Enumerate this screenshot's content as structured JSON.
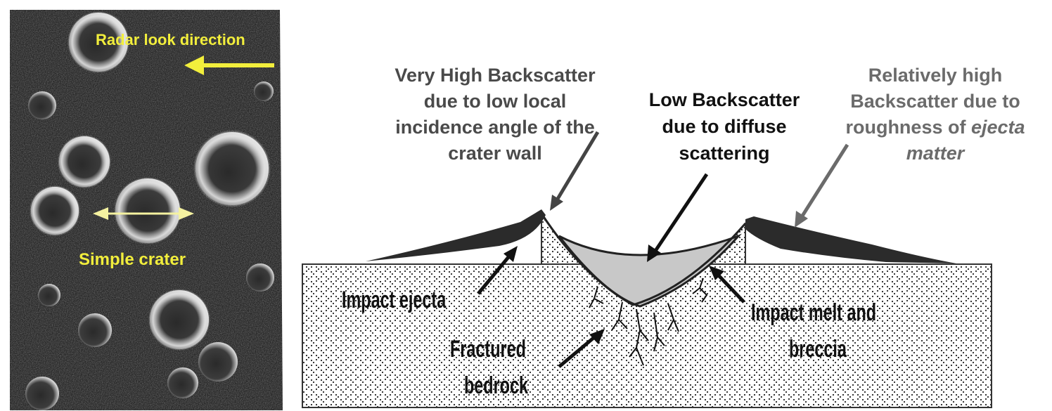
{
  "radar_image": {
    "look_direction_label": "Radar look direction",
    "crater_label": "Simple crater",
    "label_color": "#f2ee3c",
    "arrow_color": "#f2ee3c"
  },
  "cross_section": {
    "wall_label_lines": [
      "Very High Backscatter",
      "due to low local",
      "incidence angle of the",
      "crater wall"
    ],
    "floor_label_lines": [
      "Low Backscatter",
      "due to diffuse",
      "scattering"
    ],
    "ejecta_roughness_label_lines": [
      "Relatively high",
      "Backscatter due to",
      "roughness of ",
      "matter"
    ],
    "ejecta_roughness_italic": "ejecta",
    "ejecta_roughness_italic_line2": "matter",
    "impact_ejecta_label": "Impact ejecta",
    "fractured_label_lines": [
      "Fractured",
      "bedrock"
    ],
    "melt_label_lines": [
      "Impact melt and",
      "breccia"
    ],
    "colors": {
      "dark_text": "#4a4a4a",
      "grey_text": "#6b6b6b",
      "ejecta_fill": "#2b2b2b",
      "melt_fill": "#c8c8c8"
    }
  }
}
